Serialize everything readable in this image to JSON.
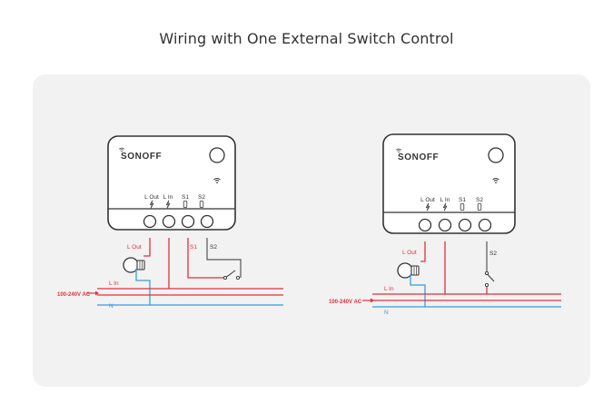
{
  "title": "Wiring with One External Switch Control",
  "colors": {
    "live": "#e0313d",
    "neutral": "#3a9be0",
    "device_body": "#ffffff",
    "outline": "#333333",
    "switch_wire": "#555555",
    "panel": "#f2f2f2"
  },
  "diagrams": [
    {
      "brand": "SONOFF",
      "terminals": [
        "L Out",
        "L In",
        "S1",
        "S2"
      ],
      "wire_labels": {
        "lout": "L Out",
        "s1": "S1",
        "s2": "S2"
      },
      "line_labels": {
        "lin": "L In",
        "n": "N",
        "voltage": "100-240V AC"
      }
    },
    {
      "brand": "SONOFF",
      "terminals": [
        "L Out",
        "L In",
        "S1",
        "S2"
      ],
      "wire_labels": {
        "lout": "L Out",
        "s2": "S2"
      },
      "line_labels": {
        "lin": "L In",
        "n": "N",
        "voltage": "100-240V AC"
      }
    }
  ]
}
